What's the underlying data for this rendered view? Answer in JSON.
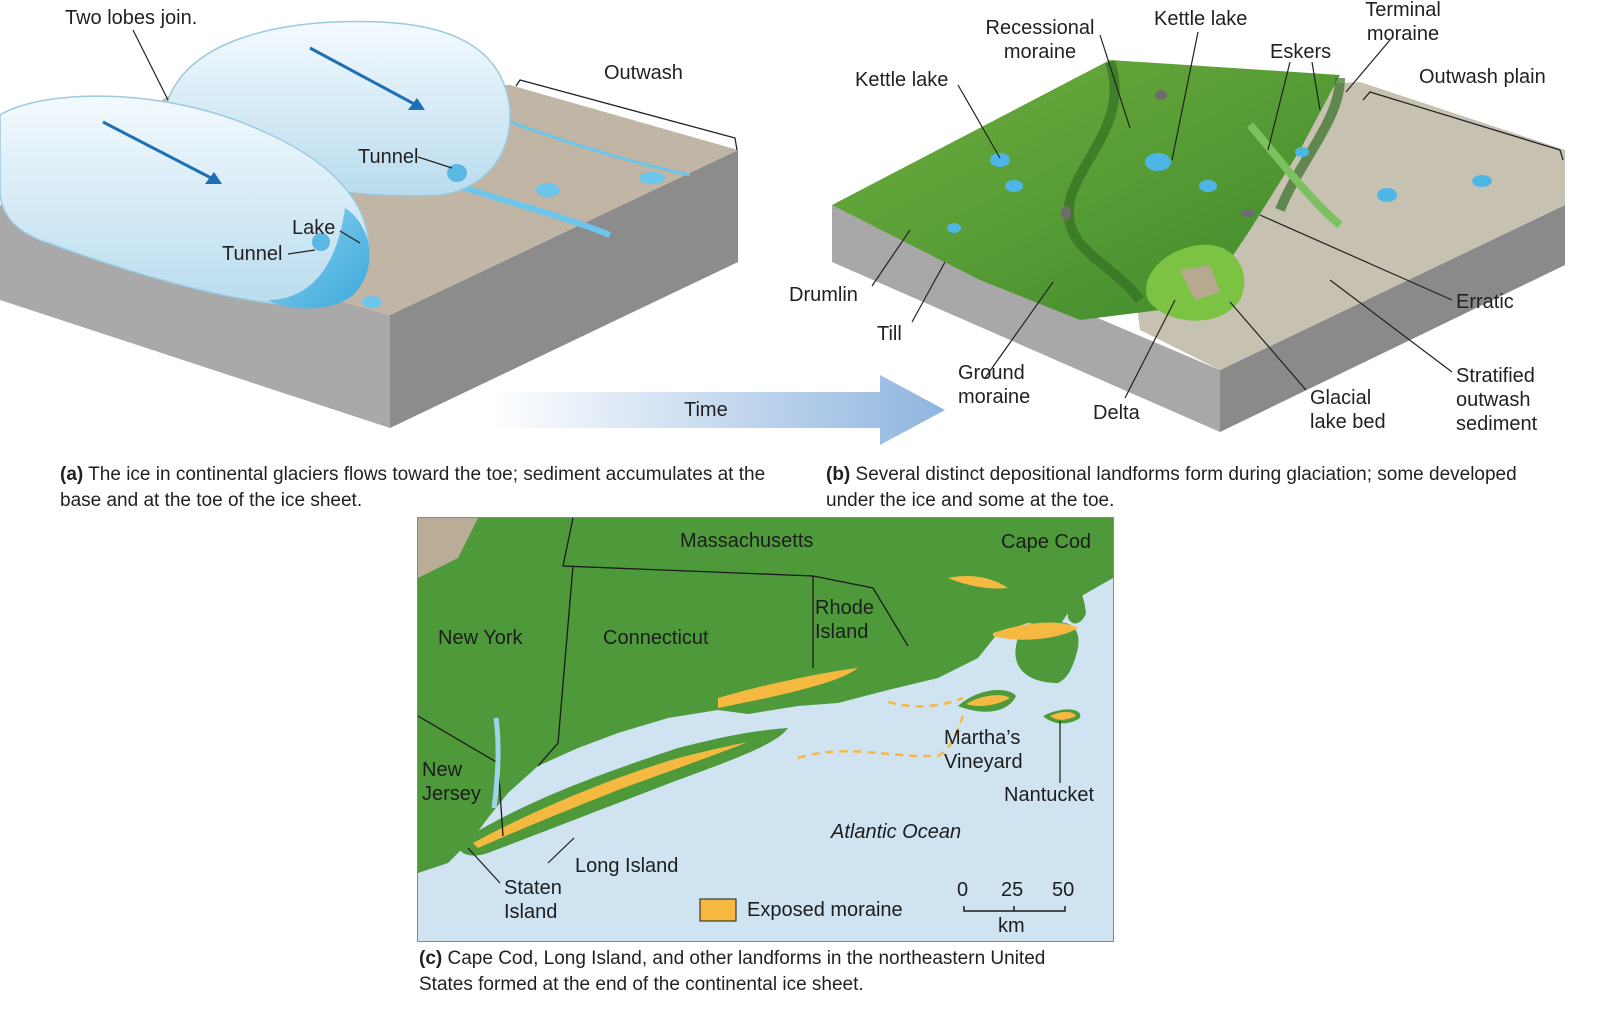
{
  "panel_a": {
    "labels": {
      "two_lobes": "Two lobes join.",
      "outwash": "Outwash",
      "tunnel_upper": "Tunnel",
      "lake": "Lake",
      "tunnel_lower": "Tunnel"
    },
    "caption_letter": "(a)",
    "caption_text": " The ice in continental glaciers flows toward the toe; sediment accumulates at the base and at the toe of the ice sheet."
  },
  "time_arrow": {
    "label": "Time"
  },
  "panel_b": {
    "labels": {
      "recessional_moraine": "Recessional moraine",
      "kettle_lake_top": "Kettle lake",
      "terminal_moraine": "Terminal moraine",
      "eskers": "Eskers",
      "outwash_plain": "Outwash plain",
      "kettle_lake_left": "Kettle lake",
      "drumlin": "Drumlin",
      "till": "Till",
      "ground_moraine": "Ground moraine",
      "delta": "Delta",
      "glacial_lake_bed": "Glacial lake bed",
      "erratic": "Erratic",
      "stratified_outwash": "Stratified outwash sediment"
    },
    "caption_letter": "(b)",
    "caption_text": " Several distinct depositional landforms form during glaciation; some developed under the ice and some at the toe."
  },
  "panel_c": {
    "labels": {
      "massachusetts": "Massachusetts",
      "cape_cod": "Cape Cod",
      "rhode_island": "Rhode Island",
      "new_york": "New York",
      "connecticut": "Connecticut",
      "marthas_vineyard": "Martha’s Vineyard",
      "new_jersey": "New Jersey",
      "nantucket": "Nantucket",
      "atlantic_ocean": "Atlantic Ocean",
      "long_island": "Long Island",
      "staten_island": "Staten Island"
    },
    "legend": {
      "label": "Exposed moraine",
      "color": "#f5b941"
    },
    "scale": {
      "ticks": [
        "0",
        "25",
        "50"
      ],
      "unit": "km"
    },
    "caption_letter": "(c)",
    "caption_text": " Cape Cod, Long Island, and other landforms in the northeastern United States formed at the end of the continental ice sheet."
  },
  "colors": {
    "ice": "#d6ecf6",
    "water": "#6cc5ea",
    "land_green": "#4e9a3a",
    "ocean": "#cfe3f1",
    "sediment": "#b8b0a4",
    "arrow_blue": "#1f6fb5",
    "time_arrow": "#9dbfe3"
  }
}
